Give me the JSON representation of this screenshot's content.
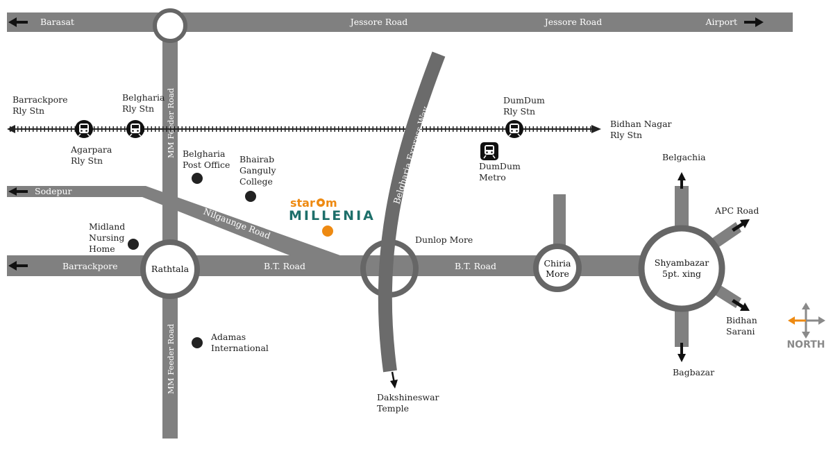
{
  "colors": {
    "road": "#808080",
    "ring": "#666666",
    "marker": "#222222",
    "brand_orange": "#ee8a12",
    "brand_teal": "#1d6f6a",
    "north": "#8a8a8a"
  },
  "roads": {
    "jessore_1": "Jessore Road",
    "jessore_2": "Jessore Road",
    "barasat": "Barasat",
    "airport": "Airport",
    "sodepur": "Sodepur",
    "barrackpore": "Barrackpore",
    "bt_road_1": "B.T. Road",
    "bt_road_2": "B.T. Road",
    "nilgaunge": "Nilgaunge Road",
    "mm_feeder_top": "MM Feeder Road",
    "mm_feeder_bottom": "MM Feeder Road",
    "belgharia_expressway": "Belgharia Express Way"
  },
  "stations": {
    "barrackpore": [
      "Barrackpore",
      "Rly Stn"
    ],
    "belgharia": [
      "Belgharia",
      "Rly Stn"
    ],
    "agarpara": [
      "Agarpara",
      "Rly Stn"
    ],
    "dumdum_rly": [
      "DumDum",
      "Rly Stn"
    ],
    "bidhannagar": [
      "Bidhan Nagar",
      "Rly Stn"
    ],
    "dumdum_metro": [
      "DumDum",
      "Metro"
    ]
  },
  "places": {
    "belgharia_po": [
      "Belgharia",
      "Post Office"
    ],
    "bhairab": [
      "Bhairab",
      "Ganguly",
      "College"
    ],
    "midland": [
      "Midland",
      "Nursing",
      "Home"
    ],
    "adamas": [
      "Adamas",
      "International"
    ],
    "dakshineswar": [
      "Dakshineswar",
      "Temple"
    ],
    "dunlop": "Dunlop More",
    "belgachia": "Belgachia",
    "apc": "APC Road",
    "bidhan_sarani": [
      "Bidhan",
      "Sarani"
    ],
    "bagbazar": "Bagbazar"
  },
  "junctions": {
    "rathtala": "Rathtala",
    "chiria": [
      "Chiria",
      "More"
    ],
    "shyambazar": [
      "Shyambazar",
      "5pt. xing"
    ]
  },
  "brand": {
    "part1": "star",
    "part2": "m",
    "part3": "MILLENIA"
  },
  "compass": {
    "label": "NORTH"
  },
  "icons": [
    "train-icon",
    "metro-icon",
    "arrow-icon",
    "compass-icon",
    "location-dot-icon"
  ]
}
